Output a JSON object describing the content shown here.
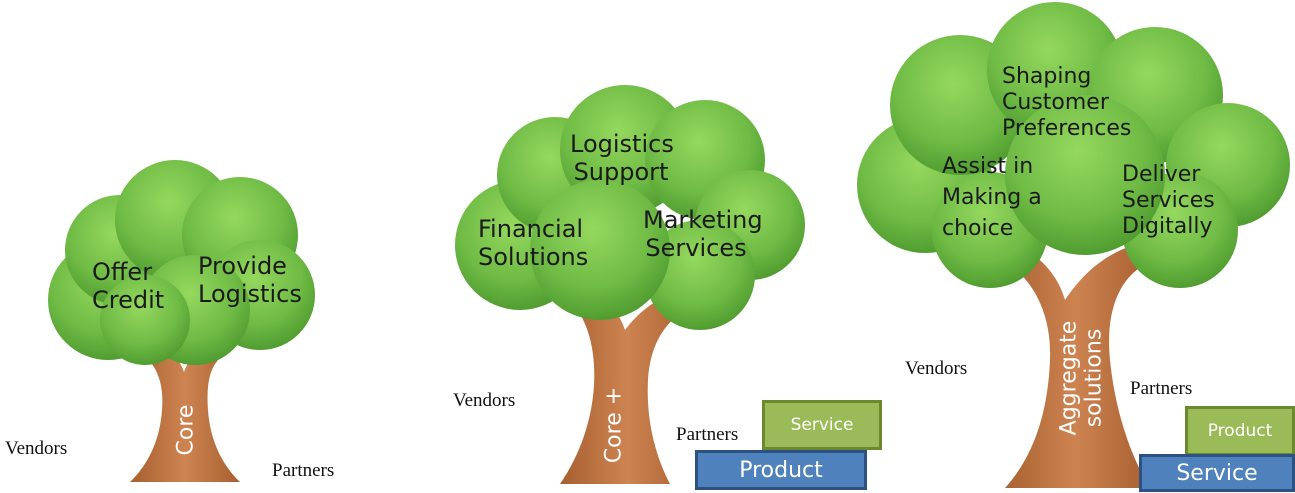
{
  "trees": [
    {
      "canopy_labels": [
        "Offer Credit",
        "Provide Logistics"
      ],
      "trunk_label": "Core",
      "vendors_label": "Vendors",
      "partners_label": "Partners"
    },
    {
      "canopy_labels": [
        "Logistics Support",
        "Financial Solutions",
        "Marketing Services"
      ],
      "trunk_label": "Core +",
      "vendors_label": "Vendors",
      "partners_label": "Partners",
      "box_top": "Service",
      "box_bottom": "Product"
    },
    {
      "canopy_labels": [
        "Shaping Customer Preferences",
        "Assist in Making a choice",
        "Deliver Services Digitally"
      ],
      "trunk_label": "Aggregate solutions",
      "vendors_label": "Vendors",
      "partners_label": "Partners",
      "box_top": "Product",
      "box_bottom": "Service"
    }
  ],
  "colors": {
    "canopy_light": "#8fd25a",
    "canopy_dark": "#4d9a2e",
    "trunk": "#c87a45",
    "box_green": "#9bbb59",
    "box_blue": "#4f81bd"
  }
}
